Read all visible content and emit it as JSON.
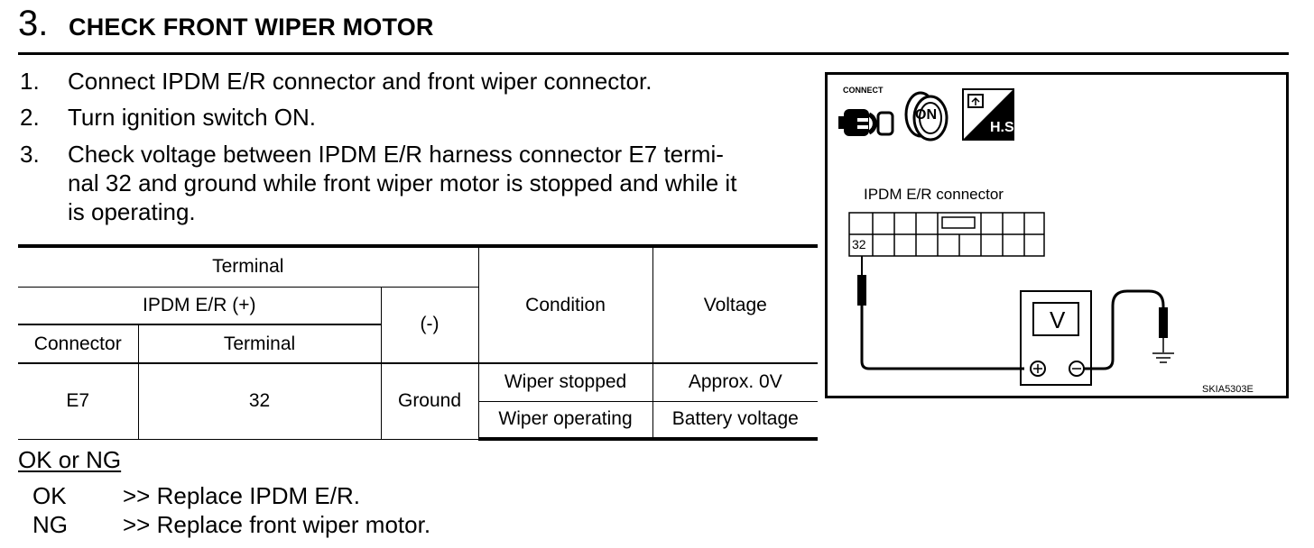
{
  "header": {
    "step_number": "3.",
    "title": "CHECK FRONT WIPER MOTOR"
  },
  "steps": [
    {
      "num": "1.",
      "lines": [
        "Connect IPDM E/R connector and front wiper connector."
      ]
    },
    {
      "num": "2.",
      "lines": [
        "Turn ignition switch ON."
      ]
    },
    {
      "num": "3.",
      "lines": [
        "Check voltage between IPDM E/R harness connector E7 termi-",
        "nal 32 and ground while front wiper motor is stopped and while it",
        "is operating."
      ]
    }
  ],
  "table": {
    "terminal_header": "Terminal",
    "ipdm_header": "IPDM E/R (+)",
    "minus_header": "(-)",
    "condition_header": "Condition",
    "voltage_header": "Voltage",
    "connector_header": "Connector",
    "terminal_sub_header": "Terminal",
    "connector": "E7",
    "terminal": "32",
    "minus": "Ground",
    "rows": [
      {
        "condition": "Wiper stopped",
        "voltage": "Approx. 0V"
      },
      {
        "condition": "Wiper operating",
        "voltage": "Battery voltage"
      }
    ]
  },
  "result": {
    "title": "OK or NG",
    "items": [
      {
        "key": "OK",
        "text": ">> Replace IPDM E/R."
      },
      {
        "key": "NG",
        "text": ">> Replace front wiper motor."
      }
    ]
  },
  "diagram": {
    "connect_label": "CONNECT",
    "ignition_label": "ON",
    "hs_label": "H.S.",
    "connector_label": "IPDM E/R connector",
    "pin_label": "32",
    "meter_label": "V",
    "code": "SKIA5303E"
  }
}
